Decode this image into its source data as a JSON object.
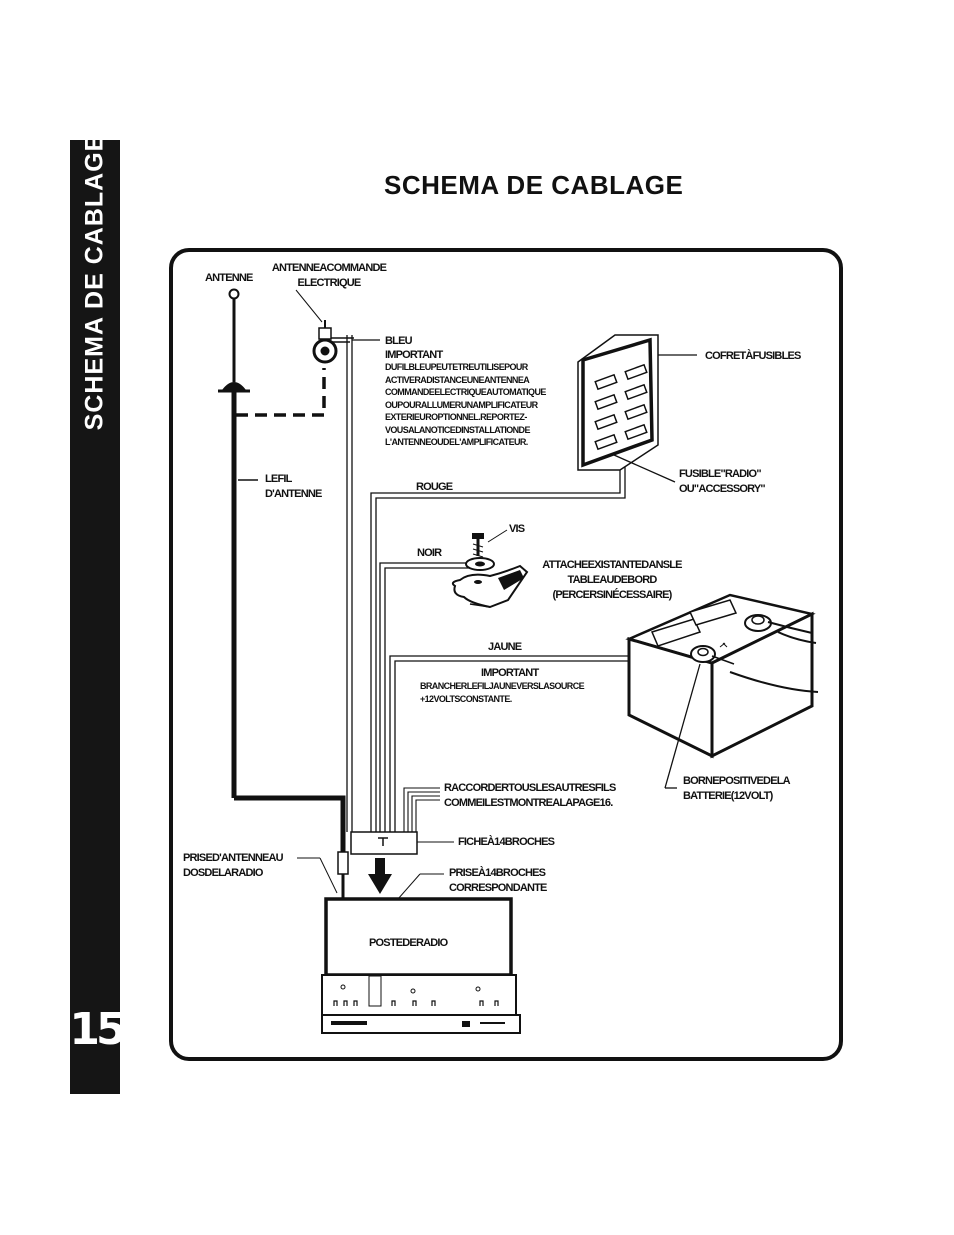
{
  "sidebar": {
    "title": "SCHEMA DE CABLAGE",
    "page_number": "15"
  },
  "title": "SCHEMA DE CABLAGE",
  "labels": {
    "antenne": "ANTENNE",
    "antenne_commande_1": "ANTENNEACOMMANDE",
    "antenne_commande_2": "ELECTRIQUE",
    "bleu": "BLEU",
    "bleu_important": "IMPORTANT",
    "bleu_note": [
      "DUFILBLEUPEUTETREUTILISEPOUR",
      "ACTIVERADISTANCEUNEANTENNEA",
      "COMMANDEELECTRIQUEAUTOMATIQUE",
      "OUPOURALLUMERUNAMPLIFICATEUR",
      "EXTERIEUROPTIONNEL.REPORTEZ-",
      "VOUSALANOTICEDINSTALLATIONDE",
      "L'ANTENNEOUDEL'AMPLIFICATEUR."
    ],
    "cofret": "COFRETÀFUSIBLES",
    "fusible_1": "FUSIBLE\"RADIO\"",
    "fusible_2": "OU\"ACCESSORY\"",
    "le_fil_1": "LEFIL",
    "le_fil_2": "D'ANTENNE",
    "rouge": "ROUGE",
    "vis": "VIS",
    "noir": "NOIR",
    "attache": [
      "ATTACHEEXISTANTEDANSLE",
      "TABLEAUDEBORD",
      "(PERCERSINÉCESSAIRE)"
    ],
    "jaune": "JAUNE",
    "jaune_important": "IMPORTANT",
    "jaune_note": [
      "BRANCHERLEFILJAUNEVERSLASOURCE",
      "+12VOLTSCONSTANTE."
    ],
    "borne": [
      "BORNEPOSITIVEDELA",
      "BATTERIE(12VOLT)"
    ],
    "raccorder": [
      "RACCORDERTOUSLESAUTRESFILS",
      "COMMEILESTMONTREALAPAGE16."
    ],
    "fiche": "FICHEÀ14BROCHES",
    "prise_antenne": [
      "PRISED'ANTENNEAU",
      "DOSDELARADIO"
    ],
    "prise_14": [
      "PRISEÀ14BROCHES",
      "CORRESPONDANTE"
    ],
    "poste": "POSTEDERADIO"
  }
}
